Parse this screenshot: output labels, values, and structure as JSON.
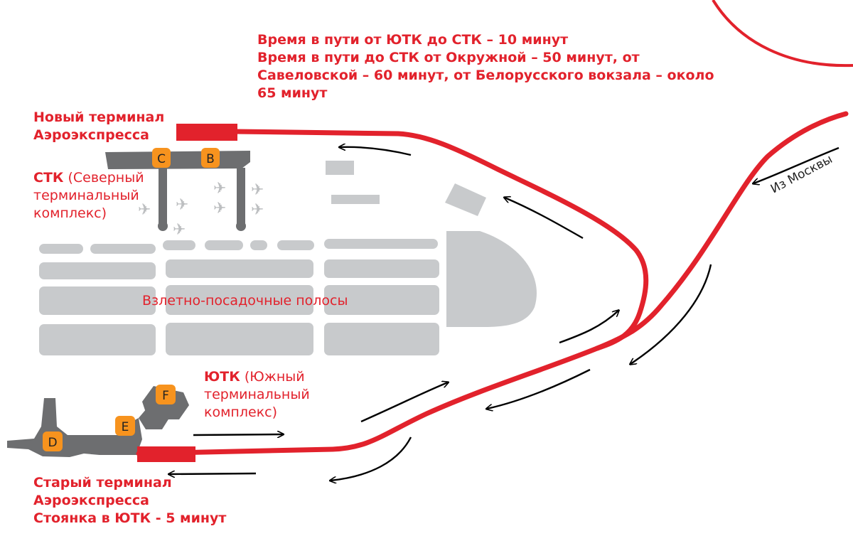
{
  "travel_info": {
    "line1": "Время в пути от ЮТК до СТК – 10 минут",
    "line2": "Время в пути до СТК от Окружной – 50 минут, от",
    "line3": "Савеловской – 60 минут, от Белорусского вокзала – около",
    "line4": "65 минут"
  },
  "new_terminal": {
    "line1": "Новый терминал",
    "line2": "Аэроэкспресса"
  },
  "stk": {
    "abbr": "СТК",
    "rest1": " (Северный",
    "line2": "терминальный",
    "line3": "комплекс)"
  },
  "runways_label": "Взлетно-посадочные полосы",
  "utk": {
    "abbr": "ЮТК",
    "rest1": " (Южный",
    "line2": "терминальный",
    "line3": "комплекс)"
  },
  "old_terminal": {
    "line1": "Старый терминал",
    "line2": "Аэроэкспресса",
    "line3": "Стоянка в ЮТК - 5 минут"
  },
  "from_moscow": "Из Москвы",
  "terminals": {
    "C": "C",
    "B": "B",
    "D": "D",
    "E": "E",
    "F": "F"
  },
  "colors": {
    "rail": "#e2222c",
    "label_red": "#e2222c",
    "terminal_badge": "#f7931e",
    "building_gray": "#c8cacc",
    "terminal_dark": "#6d6e70"
  }
}
